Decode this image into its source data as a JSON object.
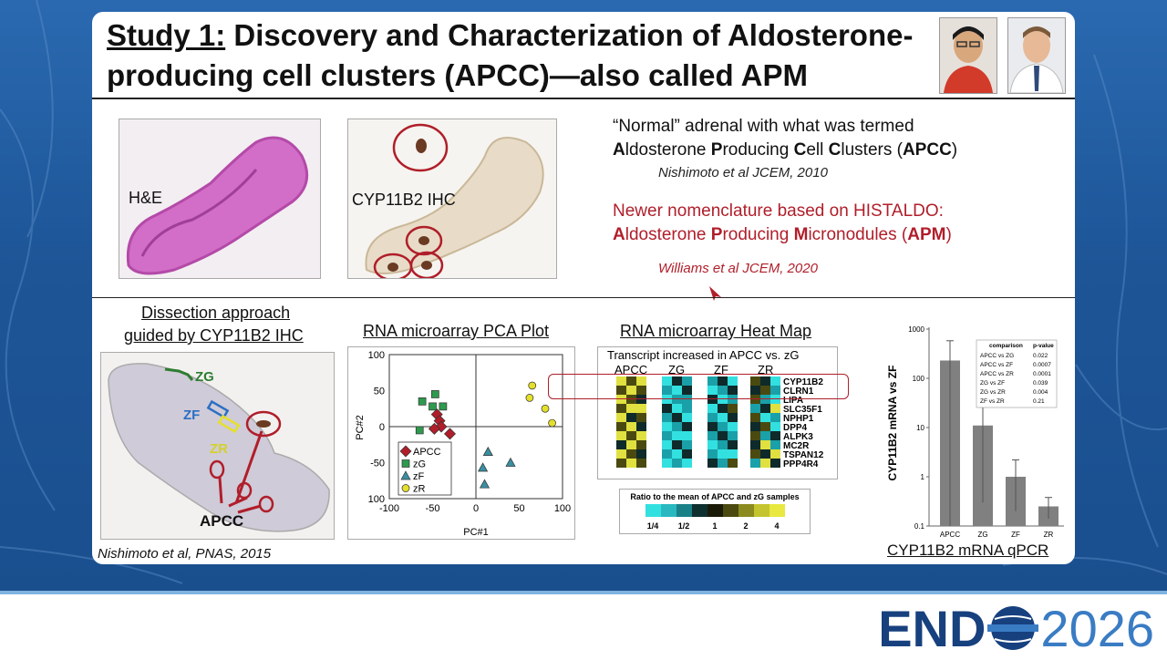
{
  "slide": {
    "title_prefix": "Study 1:",
    "title_line1_rest": " Discovery and Characterization of Aldosterone-",
    "title_line2": "producing cell clusters (APCC)—also called APM"
  },
  "top_panel": {
    "he_label": "H&E",
    "ihc_label": "CYP11B2 IHC",
    "normal_line": "“Normal” adrenal with what was termed",
    "apcc_line": {
      "A": "A",
      "a_rest": "ldosterone ",
      "P": "P",
      "p_rest": "roducing ",
      "C1": "C",
      "c1_rest": "ell ",
      "C2": "C",
      "c2_rest": "lusters (",
      "abbr": "APCC",
      "close": ")"
    },
    "apcc_citation": "Nishimoto et al JCEM, 2010",
    "newer_line": "Newer nomenclature based on HISTALDO:",
    "apm_line": {
      "A": "A",
      "a_rest": "ldosterone ",
      "P": "P",
      "p_rest": "roducing ",
      "M": "M",
      "m_rest": "icronodules (",
      "abbr": "APM",
      "close": ")"
    },
    "apm_citation": "Williams et al JCEM, 2020"
  },
  "bottom_panel": {
    "dissection_title_1": "Dissection approach",
    "dissection_title_2": "guided by CYP11B2 IHC",
    "zone_zg": "ZG",
    "zone_zf": "ZF",
    "zone_zr": "ZR",
    "apcc_label": "APCC",
    "dissection_citation": "Nishimoto et al, PNAS, 2015",
    "pca_title": "RNA microarray PCA Plot",
    "heatmap_title": "RNA microarray Heat Map",
    "qpcr_title": "CYP11B2 mRNA qPCR"
  },
  "chart_data": [
    {
      "type": "scatter",
      "title": "RNA microarray PCA Plot",
      "xlabel": "PC#1",
      "ylabel": "PC#2",
      "xlim": [
        -100,
        100
      ],
      "ylim": [
        -100,
        100
      ],
      "xticks": [
        "-100",
        "-50",
        "0",
        "50",
        "100"
      ],
      "yticks": [
        "100",
        "50",
        "0",
        "-50",
        "100"
      ],
      "legend_position": "bottom-left",
      "series": [
        {
          "name": "APCC",
          "marker": "diamond",
          "color": "#b01e2a",
          "points": [
            [
              -45,
              17
            ],
            [
              -42,
              8
            ],
            [
              -40,
              0
            ],
            [
              -48,
              -3
            ],
            [
              -30,
              -10
            ]
          ]
        },
        {
          "name": "zG",
          "marker": "square",
          "color": "#2e9a4e",
          "points": [
            [
              -47,
              45
            ],
            [
              -62,
              35
            ],
            [
              -50,
              28
            ],
            [
              -38,
              28
            ],
            [
              -65,
              -5
            ]
          ]
        },
        {
          "name": "zF",
          "marker": "triangle",
          "color": "#3a8fa0",
          "points": [
            [
              14,
              -35
            ],
            [
              8,
              -57
            ],
            [
              40,
              -50
            ],
            [
              10,
              -80
            ]
          ]
        },
        {
          "name": "zR",
          "marker": "circle",
          "color": "#e4e02a",
          "points": [
            [
              65,
              57
            ],
            [
              62,
              40
            ],
            [
              80,
              25
            ],
            [
              88,
              5
            ]
          ]
        }
      ]
    },
    {
      "type": "heatmap",
      "title": "RNA microarray Heat Map",
      "subtitle": "Transcript increased in APCC vs. zG",
      "groups": [
        "APCC",
        "ZG",
        "ZF",
        "ZR"
      ],
      "genes": [
        "CYP11B2",
        "CLRN1",
        "LIPA",
        "SLC35F1",
        "NPHP1",
        "DPP4",
        "ALPK3",
        "MC2R",
        "TSPAN12",
        "PPP4R4"
      ],
      "scale_title": "Ratio to the mean of APCC and zG samples",
      "scale_ticks": [
        "1/4",
        "1/2",
        "1",
        "2",
        "4"
      ]
    },
    {
      "type": "bar",
      "title": "CYP11B2 mRNA qPCR",
      "ylabel": "CYP11B2 mRNA vs ZF",
      "yscale": "log",
      "ylim": [
        0.1,
        1000
      ],
      "yticks": [
        "0.1",
        "1",
        "10",
        "100",
        "1000"
      ],
      "categories": [
        "APCC",
        "ZG",
        "ZF",
        "ZR"
      ],
      "values": [
        230,
        11,
        1,
        0.25
      ],
      "errors_upper": [
        580,
        26,
        2.2,
        0.38
      ],
      "errors_lower": [
        0.1,
        0.3,
        0.2,
        0.14
      ],
      "table": {
        "headers": [
          "comparison",
          "p-value"
        ],
        "rows": [
          [
            "APCC vs ZG",
            "0.022"
          ],
          [
            "APCC vs ZF",
            "0.0007"
          ],
          [
            "APCC vs ZR",
            "0.0001"
          ],
          [
            "ZG vs ZF",
            "0.039"
          ],
          [
            "ZG vs ZR",
            "0.004"
          ],
          [
            "ZF vs ZR",
            "0.21"
          ]
        ]
      }
    }
  ],
  "footer": {
    "logo_bold": "END",
    "logo_year": "2026"
  },
  "colors": {
    "accent_red": "#b01e2a",
    "background_blue": "#1f5a9c",
    "logo_navy": "#17407e",
    "logo_light": "#3a7cc4"
  }
}
